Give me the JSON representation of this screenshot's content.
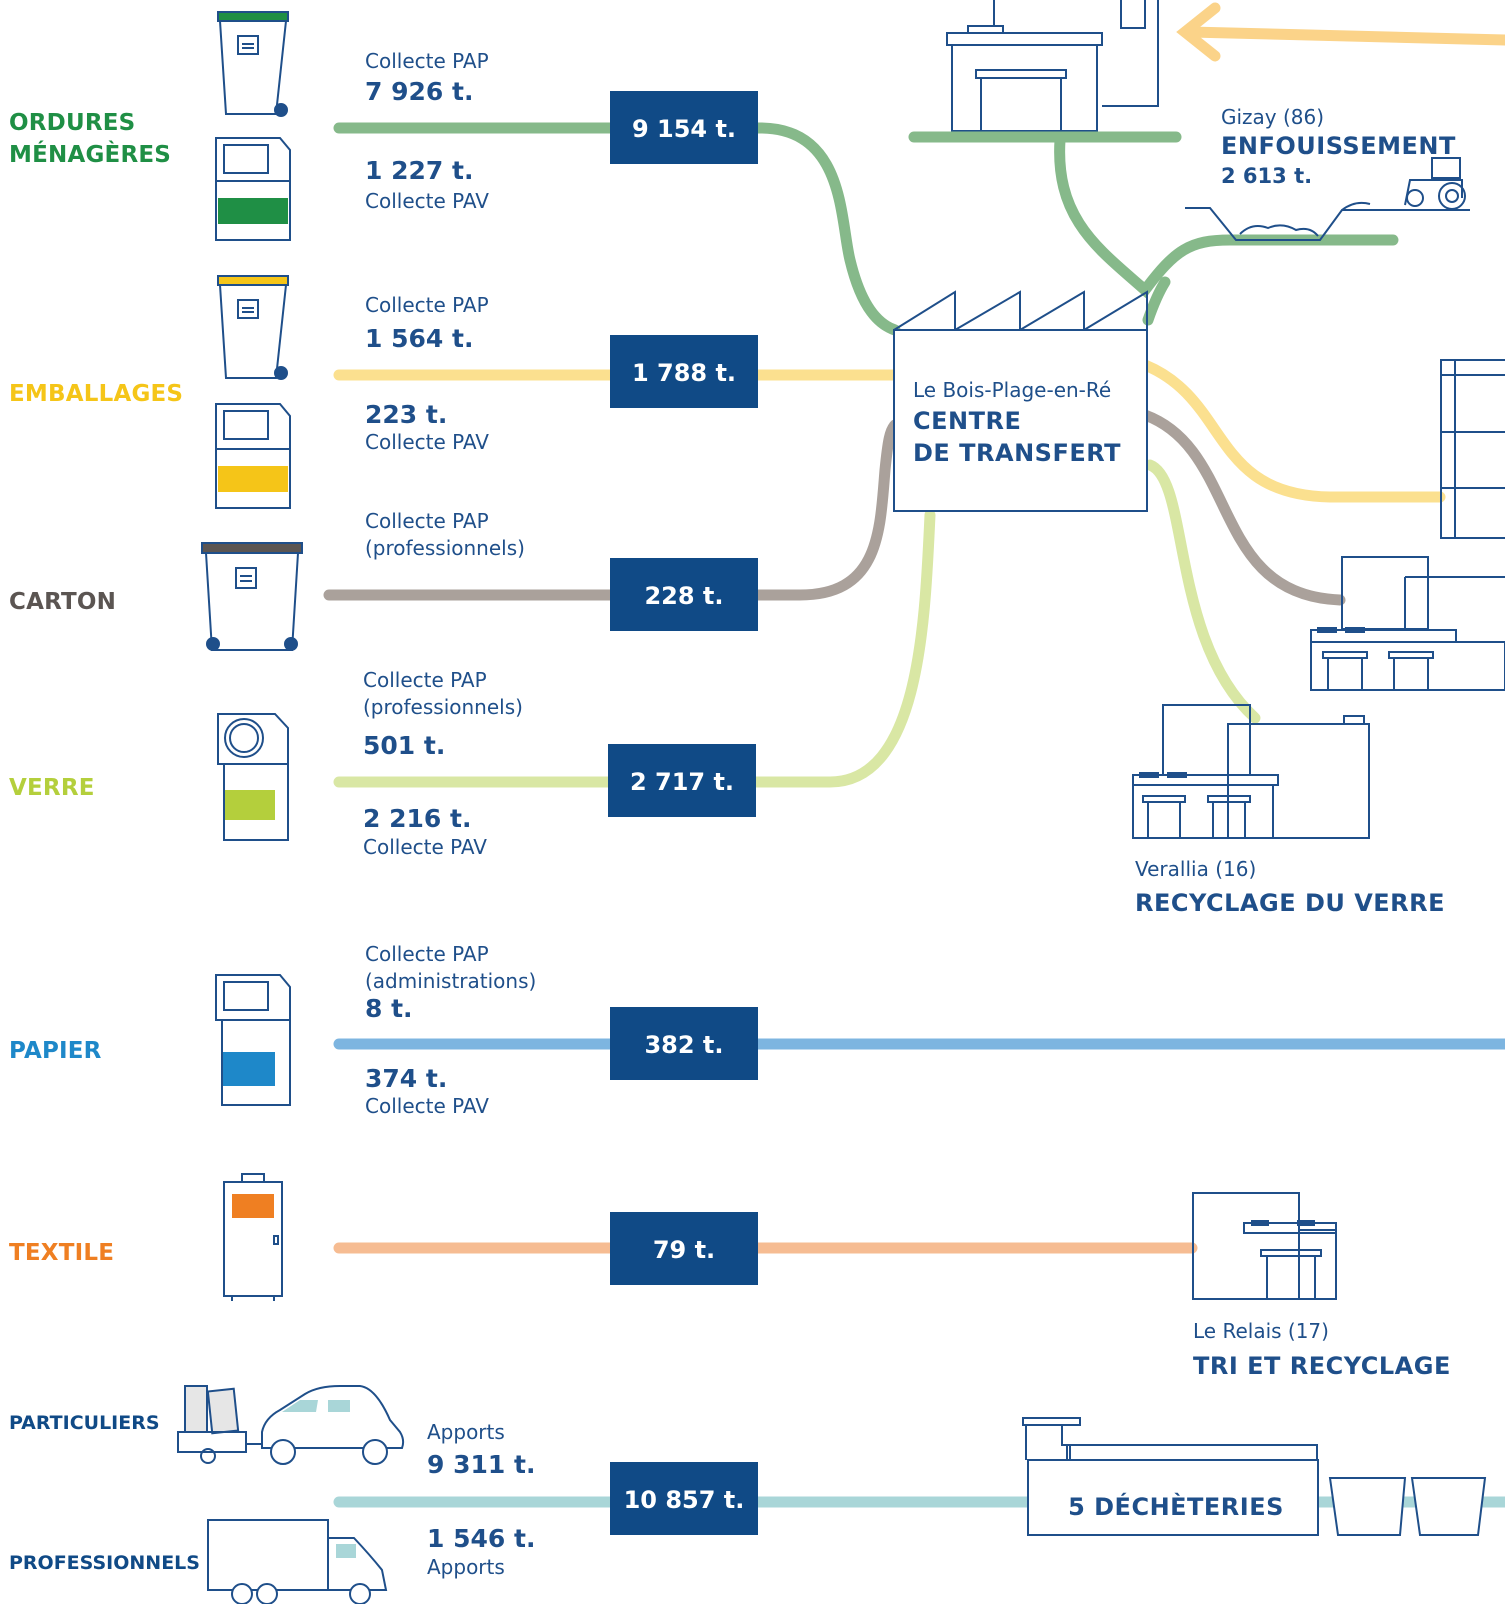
{
  "colors": {
    "navy": "#104a86",
    "ordures": "#1f8f45",
    "ordures_line": "#86b98a",
    "emballages": "#f5c518",
    "emballages_line": "#fbe08f",
    "carton": "#5b5552",
    "carton_line": "#aaa19b",
    "verre": "#b4cf3c",
    "verre_line": "#d9e7a4",
    "papier": "#1e88c9",
    "papier_line": "#7db5e0",
    "textile": "#ef7f22",
    "textile_line": "#f6bc92",
    "decheterie_line": "#a9d6d8",
    "apport_line": "#fbd389"
  },
  "categories": {
    "ordures_1": "ORDURES",
    "ordures_2": "MÉNAGÈRES",
    "emballages": "EMBALLAGES",
    "carton": "CARTON",
    "verre": "VERRE",
    "papier": "PAPIER",
    "textile": "TEXTILE",
    "particuliers": "PARTICULIERS",
    "professionnels": "PROFESSIONNELS"
  },
  "flows": {
    "ordures": {
      "top_label": "Collecte PAP",
      "top_value": "7 926 t.",
      "bottom_value": "1 227 t.",
      "bottom_label": "Collecte PAV",
      "total": "9 154 t."
    },
    "emballages": {
      "top_label": "Collecte PAP",
      "top_value": "1 564 t.",
      "bottom_value": "223 t.",
      "bottom_label": "Collecte PAV",
      "total": "1 788 t."
    },
    "carton": {
      "top_label_1": "Collecte PAP",
      "top_label_2": "(professionnels)",
      "total": "228 t."
    },
    "verre": {
      "top_label_1": "Collecte PAP",
      "top_label_2": "(professionnels)",
      "top_value": "501 t.",
      "bottom_value": "2 216 t.",
      "bottom_label": "Collecte PAV",
      "total": "2 717 t."
    },
    "papier": {
      "top_label_1": "Collecte PAP",
      "top_label_2": "(administrations)",
      "top_value": "8 t.",
      "bottom_value": "374 t.",
      "bottom_label": "Collecte PAV",
      "total": "382 t."
    },
    "textile": {
      "total": "79 t."
    },
    "apports": {
      "top_label": "Apports",
      "top_value": "9 311 t.",
      "bottom_value": "1 546 t.",
      "bottom_label": "Apports",
      "total": "10 857 t."
    }
  },
  "centre": {
    "place": "Le Bois-Plage-en-Ré",
    "title_1": "CENTRE",
    "title_2": "DE TRANSFERT"
  },
  "destinations": {
    "enfouissement": {
      "place": "Gizay (86)",
      "title": "ENFOUISSEMENT",
      "value": "2 613 t."
    },
    "verre": {
      "place": "Verallia (16)",
      "title": "RECYCLAGE DU VERRE"
    },
    "textile": {
      "place": "Le Relais (17)",
      "title": "TRI ET RECYCLAGE"
    },
    "decheteries": {
      "title": "5 DÉCHÈTERIES"
    }
  }
}
